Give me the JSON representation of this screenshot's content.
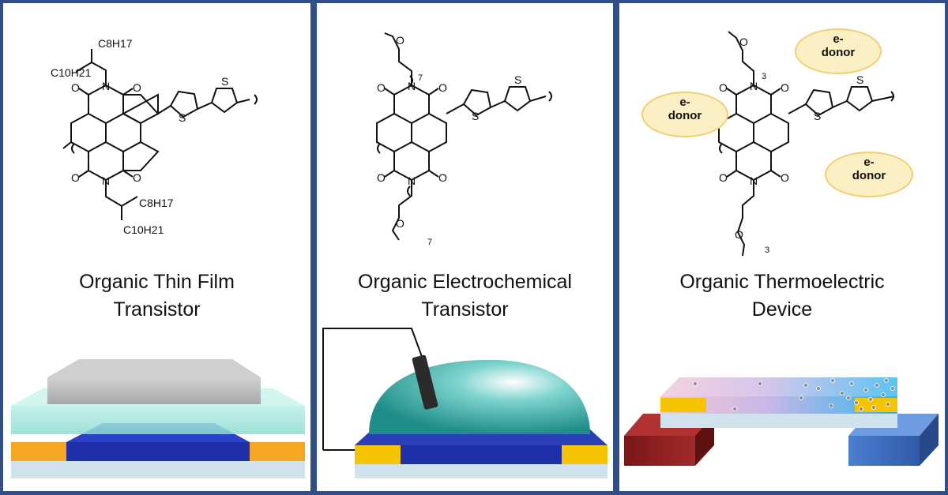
{
  "panels": [
    {
      "title_line1": "Organic Thin Film",
      "title_line2": "Transistor",
      "chem": {
        "sidechain_top_a": "C8H17",
        "sidechain_top_b": "C10H21",
        "sidechain_bottom_a": "C8H17",
        "sidechain_bottom_b": "C10H21",
        "atoms": {
          "nitrogen": "N",
          "oxygen": "O",
          "sulfur": "S"
        }
      }
    },
    {
      "title_line1": "Organic Electrochemical",
      "title_line2": "Transistor",
      "chem": {
        "repeat_top": "7",
        "repeat_bottom": "7",
        "atoms": {
          "nitrogen": "N",
          "oxygen": "O",
          "sulfur": "S"
        }
      }
    },
    {
      "title_line1": "Organic Thermoelectric",
      "title_line2": "Device",
      "chem": {
        "repeat_top": "3",
        "repeat_bottom": "3",
        "atoms": {
          "nitrogen": "N",
          "oxygen": "O",
          "sulfur": "S"
        }
      },
      "bubbles": [
        {
          "sup": "e-",
          "word": "donor"
        },
        {
          "sup": "e-",
          "word": "donor"
        },
        {
          "sup": "e-",
          "word": "donor"
        }
      ]
    }
  ],
  "colors": {
    "border": "#2f4f86",
    "gold": "#f5a623",
    "dark_blue": "#1f2fa8",
    "substrate": "#cfe0ea",
    "electrolyte": "#2fa7a3",
    "hot_block": "#8e1f1f",
    "cold_block": "#3b6cc0",
    "bubble_fill": "#fbefc4"
  }
}
